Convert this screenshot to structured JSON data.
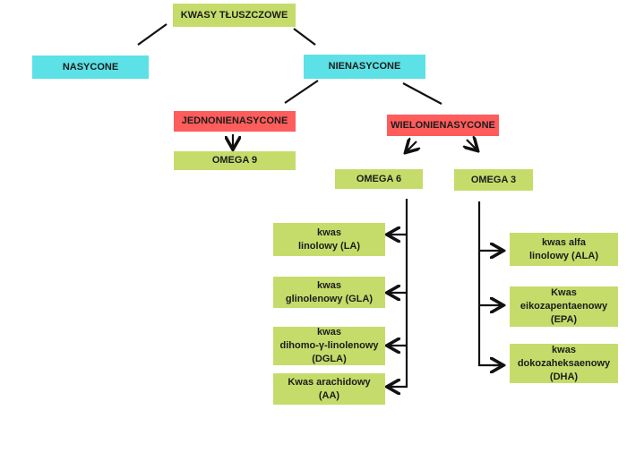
{
  "colors": {
    "green": "#c5dc6a",
    "cyan": "#5ce1e6",
    "red": "#ff5c5c",
    "line": "#111111"
  },
  "nodes": {
    "root": "KWASY TŁUSZCZOWE",
    "saturated": "NASYCONE",
    "unsaturated": "NIENASYCONE",
    "mono": "JEDNONIENASYCONE",
    "poly": "WIELONIENASYCONE",
    "omega9": "OMEGA 9",
    "omega6": "OMEGA 6",
    "omega3": "OMEGA 3",
    "la": "kwas\nlinolowy (LA)",
    "gla": "kwas\nglinolenowy (GLA)",
    "dgla": "kwas\ndihomo-γ-linolenowy\n(DGLA)",
    "aa": "Kwas arachidowy\n(AA)",
    "ala": "kwas alfa\nlinolowy (ALA)",
    "epa": "Kwas\neikozapentaenowy\n(EPA)",
    "dha": "kwas\ndokozaheksaenowy\n(DHA)"
  }
}
